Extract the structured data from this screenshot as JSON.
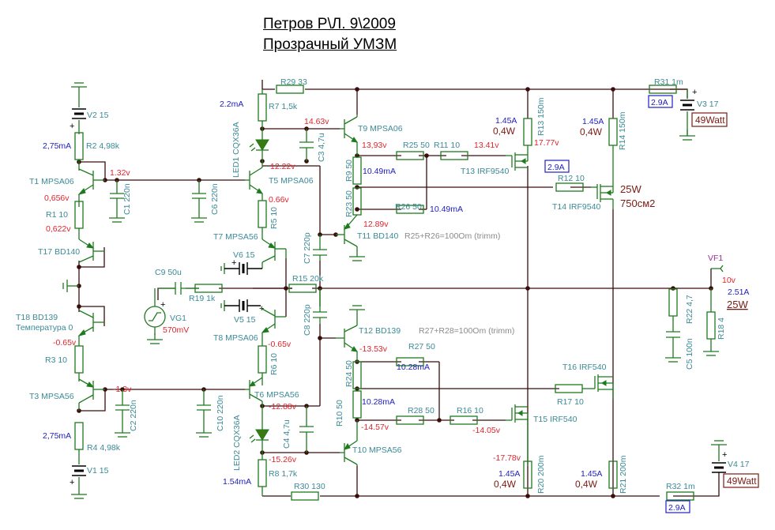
{
  "title": {
    "line1": "Петров Р\\Л. 9\\2009",
    "line2": "Прозрачный УМЗМ"
  },
  "components": {
    "V2": "V2 15",
    "R2": "R2 4,98k",
    "T1": "T1 MPSA06",
    "R1": "R1 10",
    "C1": "C1 220n",
    "T17": "T17 BD140",
    "T18": "T18 BD139",
    "T18_temp": "Температура 0",
    "R3": "R3 10",
    "T3": "T3 MPSA56",
    "C2": "C2 220n",
    "R4": "R4 4,98k",
    "V1": "V1 15",
    "R29": "R29 33",
    "R7": "R7 1,5k",
    "LED1": "LED1 CQX36A",
    "C3": "C3 4,7u",
    "T5": "T5 MPSA06",
    "C6": "C6 220n",
    "R5": "R5 10",
    "T7": "T7 MPSA56",
    "V6": "V6 15",
    "C9": "C9 50u",
    "R19": "R19 1k",
    "VG1": "VG1",
    "V5": "V5 15",
    "T8": "T8 MPSA06",
    "R6": "R6 10",
    "T6": "T6 MPSA56",
    "C10": "C10 220n",
    "LED2": "LED2 CQX36A",
    "C4": "C4 4,7u",
    "R8": "R8 1,7k",
    "R30": "R30 130",
    "C7": "C7 220p",
    "R15": "R15 20k",
    "C8": "C8 220p",
    "T9": "T9 MPSA06",
    "R9": "R9 50",
    "R23": "R23 50",
    "R25": "R25 50",
    "R11": "R11 10",
    "R26": "R26 50",
    "T11": "T11 BD140",
    "T12": "T12 BD139",
    "R27": "R27 50",
    "R24": "R24 50",
    "R10": "R10 50",
    "R28": "R28 50",
    "R16": "R16 10",
    "T10": "T10 MPSA56",
    "R13": "R13 150m",
    "T13": "T13 IRF9540",
    "R12": "R12 10",
    "T14": "T14 IRF9540",
    "R14": "R14 150m",
    "R31": "R31 1m",
    "V3": "V3 17",
    "T16": "T16 IRF540",
    "R17": "R17 10",
    "T15": "T15 IRF540",
    "R20": "R20 200m",
    "R21": "R21 200m",
    "R32": "R32 1m",
    "V4": "V4 17",
    "R22": "R22 4,7",
    "C5": "C5 100n",
    "R18": "R18 4",
    "VF1": "VF1"
  },
  "voltages": {
    "t1_base": "1.32v",
    "t1_emit": "0,656v",
    "r1_bot": "0,622v",
    "t18_emit": "-0.65v",
    "t3_base": "-1.3v",
    "t5_col": "14.63v",
    "t5_emit_led": "12.22v",
    "t5_e": "0.66v",
    "t8_e": "-0.65v",
    "t6_c": "-12.88v",
    "led2_k": "-15.26v",
    "vg1": "570mV",
    "t9_e": "13,93v",
    "t13_g": "13.41v",
    "t13_s": "17.77v",
    "t11_e": "12.89v",
    "t12_e": "-13.53v",
    "t10_e": "-14.57v",
    "t15_g": "-14.05v",
    "t15_s": "-17.78v",
    "out": "10v"
  },
  "currents": {
    "r2": "2,75mA",
    "r4": "2,75mA",
    "r7": "2.2mA",
    "r8": "1.54mA",
    "r9": "10.49mA",
    "r26": "10.49mA",
    "r27": "10.28mA",
    "r10": "10.28mA",
    "r13": "1.45A",
    "r14": "1.45A",
    "r20": "1.45A",
    "r21": "1.45A",
    "r31_box": "2.9A",
    "r12_box": "2.9A",
    "r32_box": "2.9A",
    "out": "2.51A"
  },
  "powers": {
    "r13": "0,4W",
    "r14": "0,4W",
    "r20": "0,4W",
    "r21": "0,4W",
    "v3_box": "49Watt",
    "v4_box": "49Watt",
    "heatsink_w": "25W",
    "heatsink_area": "750см2",
    "out": "25W"
  },
  "notes": {
    "trim1": "R25+R26=100Om (trimm)",
    "trim2": "R27+R28=100Om (trimm)"
  },
  "symbols": {
    "plus": "+"
  }
}
